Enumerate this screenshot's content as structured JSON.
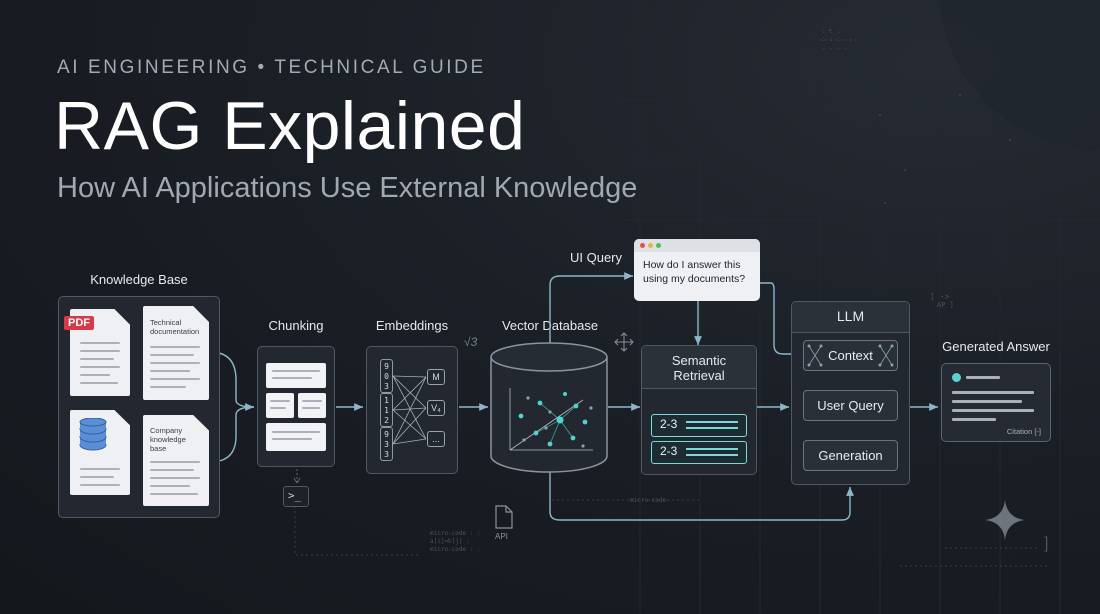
{
  "header": {
    "eyebrow": "AI ENGINEERING • TECHNICAL GUIDE",
    "title": "RAG Explained",
    "subtitle": "How AI Applications Use External Knowledge"
  },
  "stages": {
    "knowledge_base": "Knowledge Base",
    "chunking": "Chunking",
    "embeddings": "Embeddings",
    "vector_database": "Vector Database",
    "ui_query": "UI Query",
    "semantic_retrieval": "Semantic\nRetrieval",
    "llm": "LLM",
    "generated_answer": "Generated Answer"
  },
  "knowledge_docs": {
    "pdf_badge": "PDF",
    "technical_documentation": "Technical\ndocumentation",
    "company_knowledge_base": "Company\nknowledge\nbase"
  },
  "embedding_vectors": [
    {
      "digits": "9\n0\n3"
    },
    {
      "digits": "1\n1\n2"
    },
    {
      "digits": "9\n3\n3"
    }
  ],
  "embedding_outputs": [
    "M",
    "V₄",
    "..."
  ],
  "query_box": {
    "text": "How do I answer this\nusing my documents?"
  },
  "retrieval_chips": [
    "2-3",
    "2-3"
  ],
  "llm_steps": [
    "Context",
    "User Query",
    "Generation"
  ],
  "answer": {
    "citation": "Citation [-]"
  },
  "decor": {
    "sqrt": "√3",
    "api": "API",
    "ap": "AP ]",
    "micro_code": "micro-code"
  },
  "colors": {
    "background": "#16191f",
    "panel": "#232830",
    "accent_cyan": "#7ed8d8",
    "arrow": "#8fb6c8",
    "pdf_red": "#d63b4a",
    "point_teal": "#4fd3cf"
  },
  "icons": {
    "terminal": "terminal-icon",
    "file": "file-icon",
    "database": "database-icon",
    "sparkle": "sparkle-icon",
    "move": "move-icon"
  }
}
